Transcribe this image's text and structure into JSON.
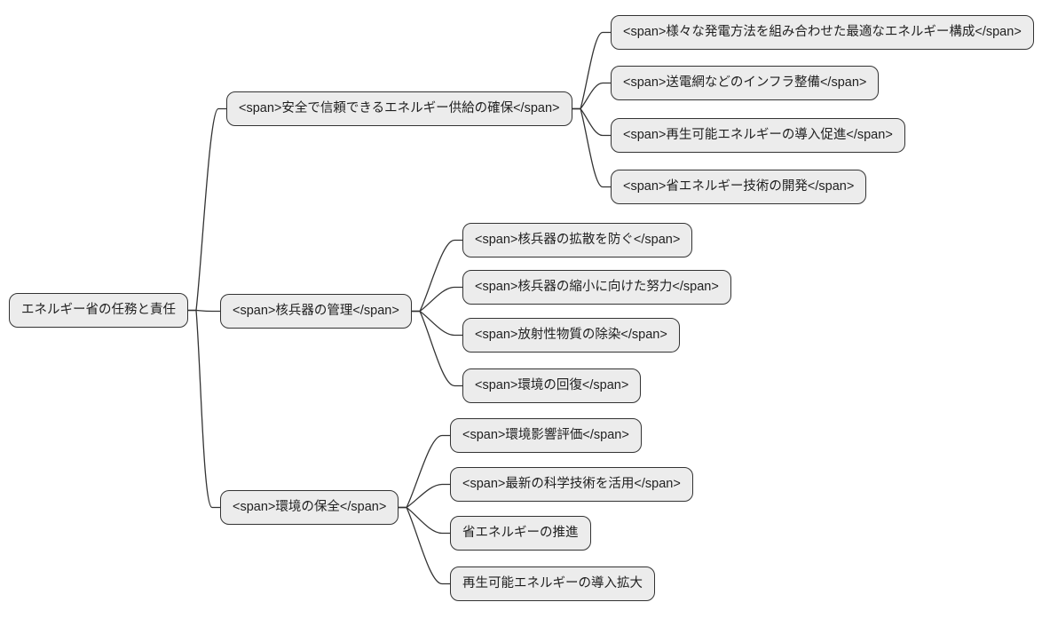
{
  "diagram": {
    "type": "mindmap",
    "background_color": "#ffffff",
    "node_fill_color": "#ececec",
    "node_border_color": "#333333",
    "connector_color": "#333333",
    "text_color": "#1f1f1f",
    "root": {
      "label": "エネルギー省の任務と責任",
      "children": [
        {
          "label": "<span>安全で信頼できるエネルギー供給の確保</span>",
          "children": [
            {
              "label": "<span>様々な発電方法を組み合わせた最適なエネルギー構成</span>"
            },
            {
              "label": "<span>送電網などのインフラ整備</span>"
            },
            {
              "label": "<span>再生可能エネルギーの導入促進</span>"
            },
            {
              "label": "<span>省エネルギー技術の開発</span>"
            }
          ]
        },
        {
          "label": "<span>核兵器の管理</span>",
          "children": [
            {
              "label": "<span>核兵器の拡散を防ぐ</span>"
            },
            {
              "label": "<span>核兵器の縮小に向けた努力</span>"
            },
            {
              "label": "<span>放射性物質の除染</span>"
            },
            {
              "label": "<span>環境の回復</span>"
            }
          ]
        },
        {
          "label": "<span>環境の保全</span>",
          "children": [
            {
              "label": "<span>環境影響評価</span>"
            },
            {
              "label": "<span>最新の科学技術を活用</span>"
            },
            {
              "label": "省エネルギーの推進"
            },
            {
              "label": "再生可能エネルギーの導入拡大"
            }
          ]
        }
      ]
    }
  }
}
